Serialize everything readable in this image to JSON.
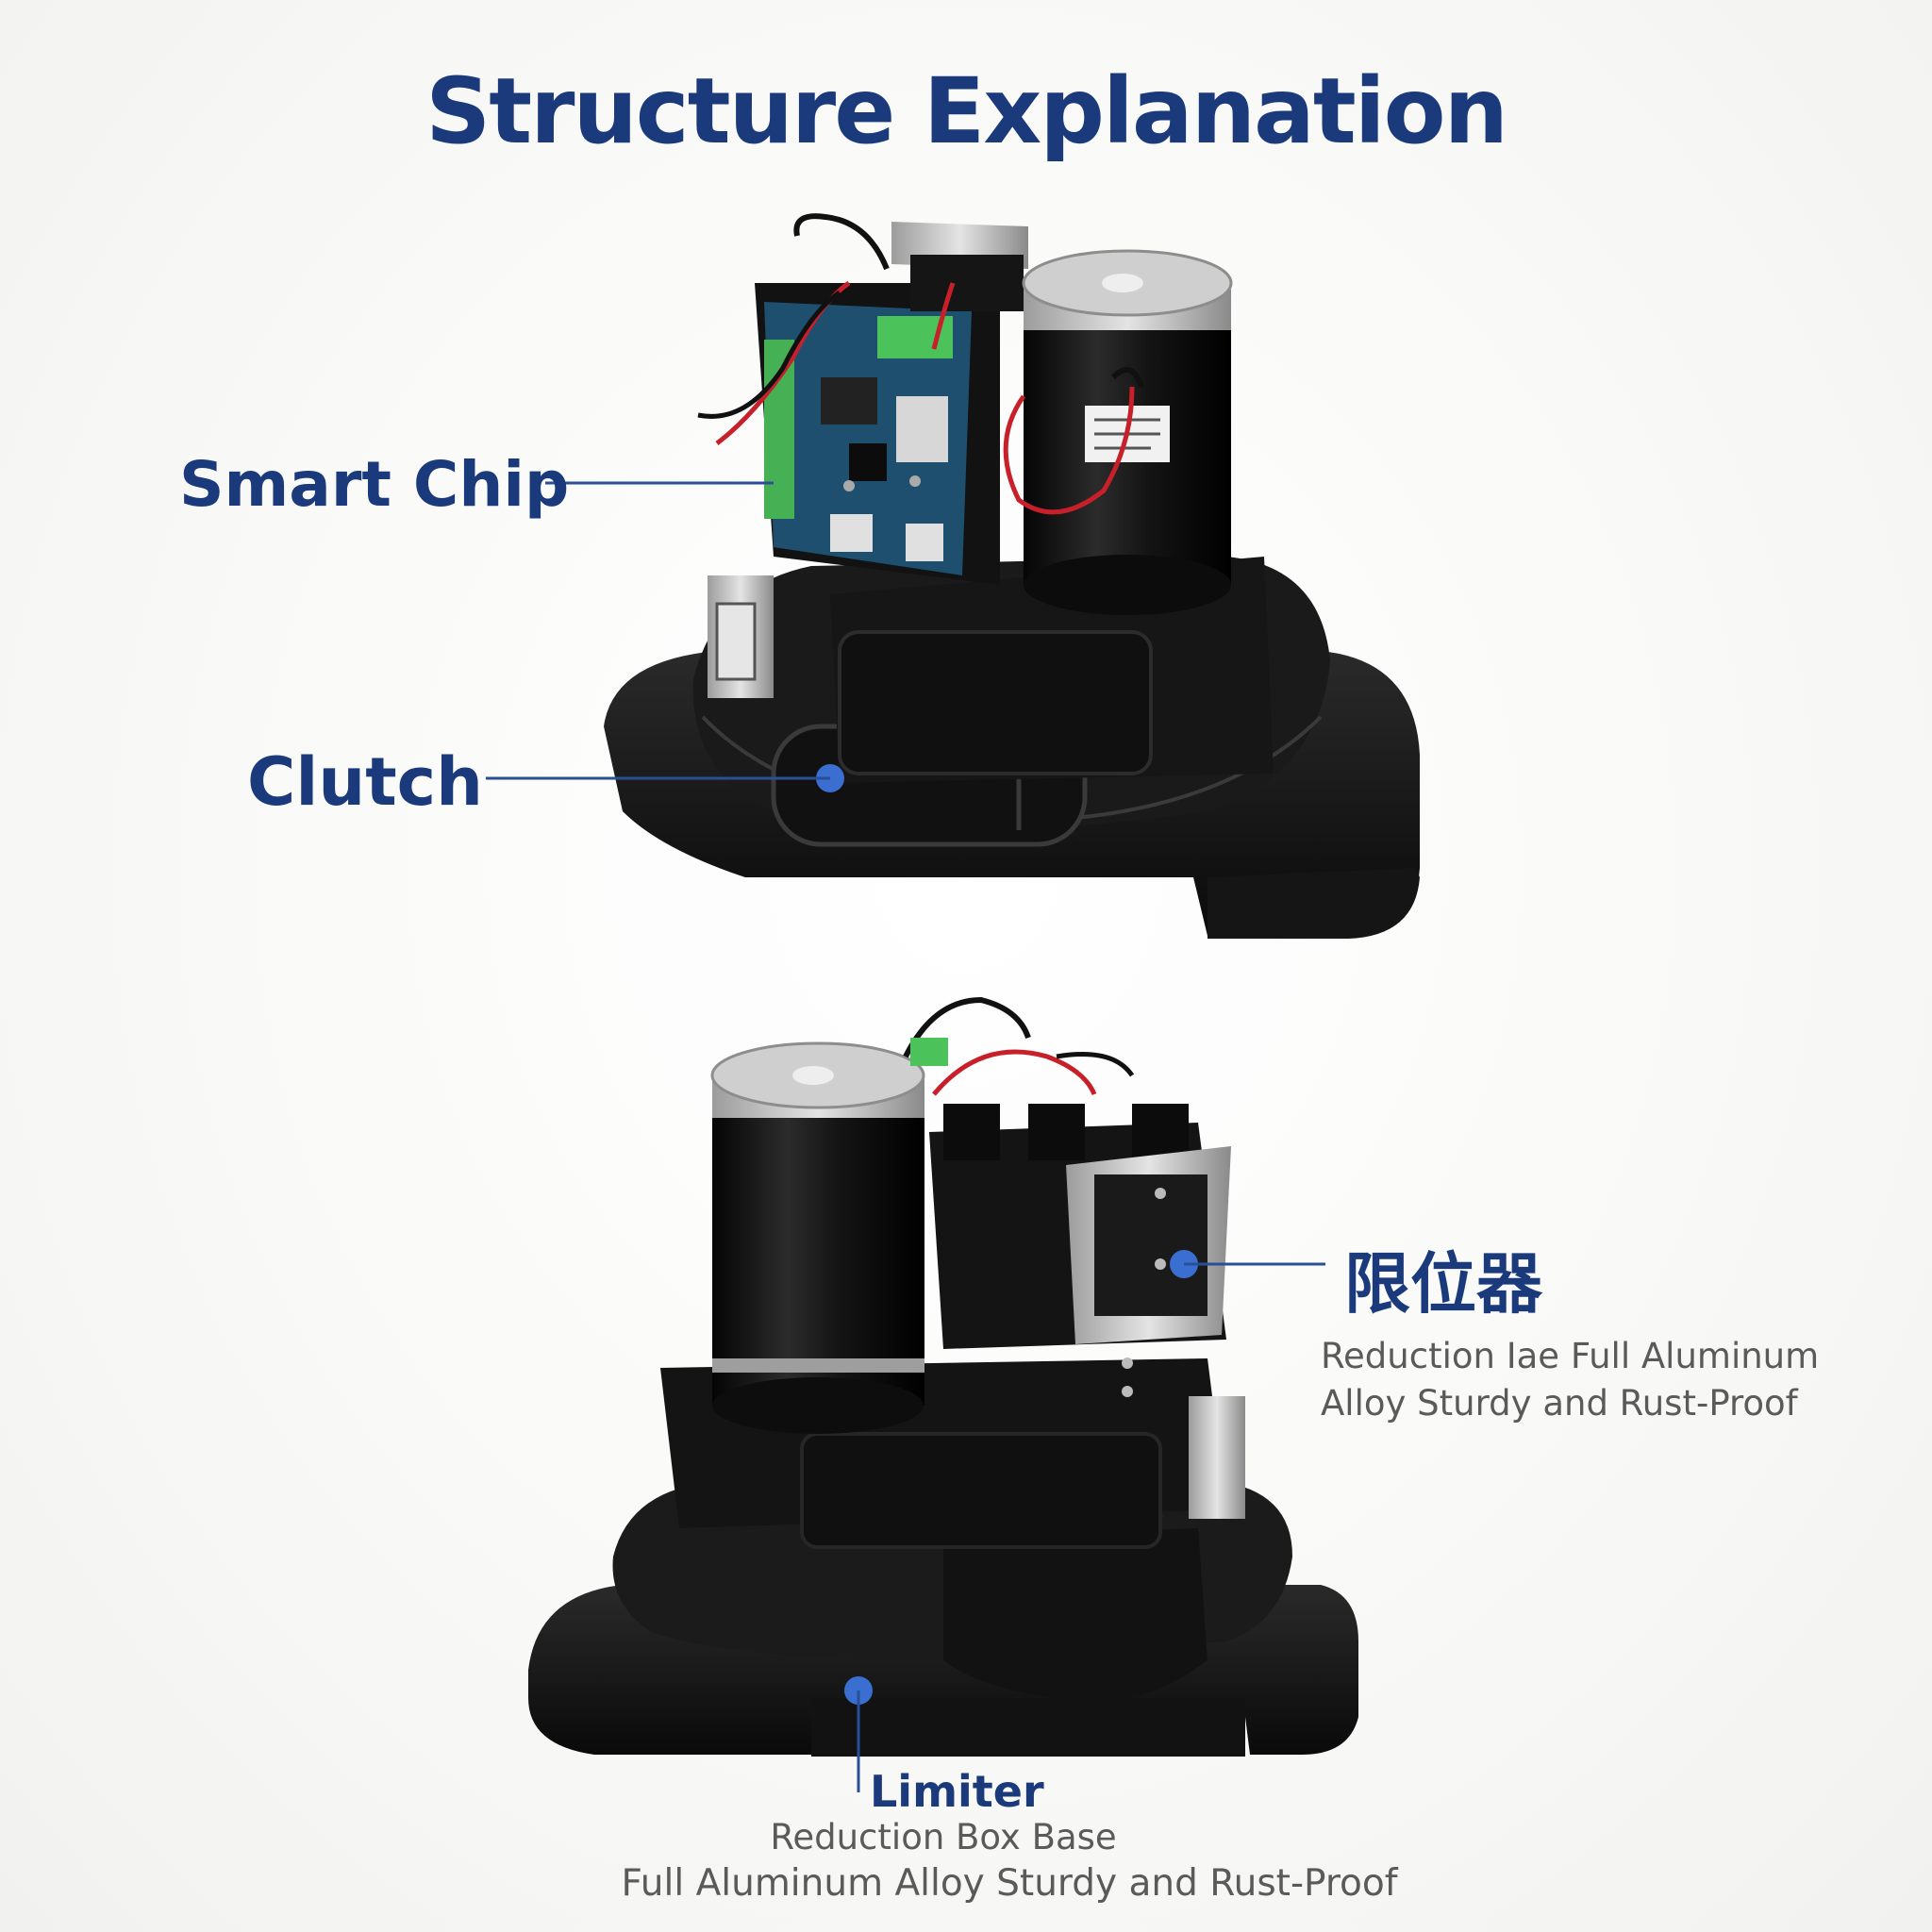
{
  "title": "Structure Explanation",
  "callouts": {
    "smart_chip": {
      "label": "Smart Chip"
    },
    "clutch": {
      "label": "Clutch"
    },
    "limiter_cn": {
      "label": "限位器",
      "desc_line1": "Reduction Iae Full Aluminum",
      "desc_line2": "Alloy Sturdy and Rust-Proof"
    },
    "limiter": {
      "label": "Limiter",
      "desc_line1": "Reduction Box Base",
      "desc_line2": "Full Aluminum Alloy Sturdy and Rust-Proof"
    }
  },
  "colors": {
    "title": "#1b3a7c",
    "accent_dot": "#3a6fd1",
    "leader_line": "#2a4f97",
    "body": "#111111"
  }
}
